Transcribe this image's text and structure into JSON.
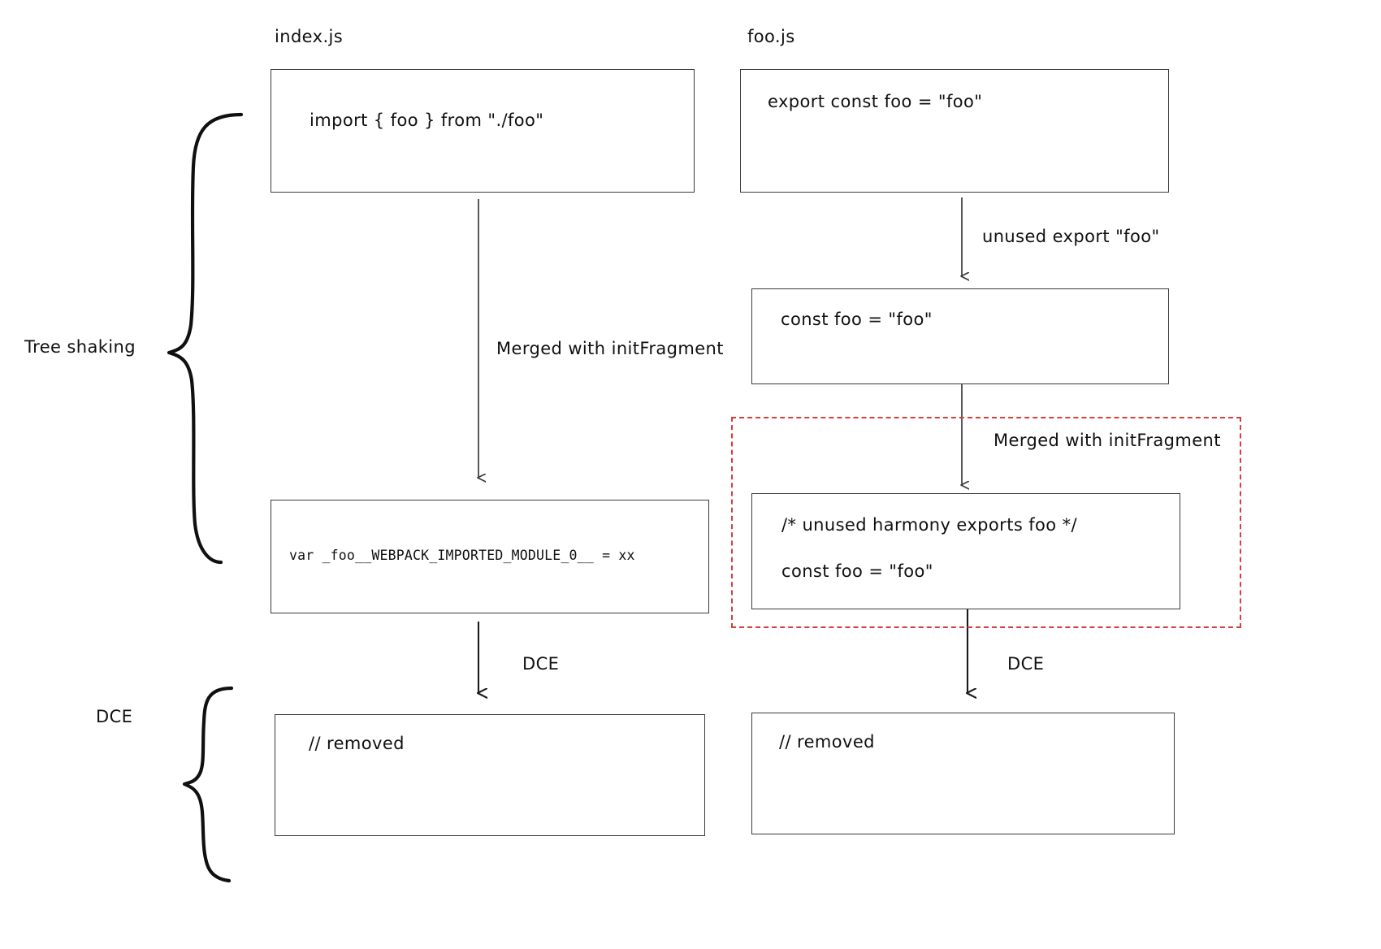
{
  "diagram": {
    "title_hidden": "webpack tree shaking and DCE pipeline",
    "columns": [
      {
        "id": "index",
        "file_label": "index.js",
        "boxes": [
          {
            "id": "index-source",
            "text": "import { foo } from \"./foo\""
          },
          {
            "id": "index-merged",
            "text": "var _foo__WEBPACK_IMPORTED_MODULE_0__ = xx"
          },
          {
            "id": "index-removed",
            "text": "// removed"
          }
        ],
        "edges": [
          {
            "id": "index-edge-merged",
            "label": "Merged with initFragment"
          },
          {
            "id": "index-edge-dce",
            "label": "DCE"
          }
        ]
      },
      {
        "id": "foo",
        "file_label": "foo.js",
        "boxes": [
          {
            "id": "foo-source",
            "text": "export const foo = \"foo\""
          },
          {
            "id": "foo-unused",
            "text": "const foo = \"foo\""
          },
          {
            "id": "foo-merged",
            "line1": "/* unused harmony exports foo */",
            "line2": "const foo = \"foo\""
          },
          {
            "id": "foo-removed",
            "text": "// removed"
          }
        ],
        "edges": [
          {
            "id": "foo-edge-unused",
            "label": "unused export \"foo\""
          },
          {
            "id": "foo-edge-merged",
            "label": "Merged with initFragment"
          },
          {
            "id": "foo-edge-dce",
            "label": "DCE"
          }
        ]
      }
    ],
    "phases": [
      {
        "id": "phase-tree-shaking",
        "label": "Tree shaking"
      },
      {
        "id": "phase-dce",
        "label": "DCE"
      }
    ],
    "highlight": {
      "id": "merged-highlight",
      "color": "#d43f3a",
      "style": "dashed"
    },
    "colors": {
      "stroke": "#3b3b3b",
      "text": "#101010",
      "accent": "#d43f3a",
      "background": "#ffffff"
    }
  }
}
